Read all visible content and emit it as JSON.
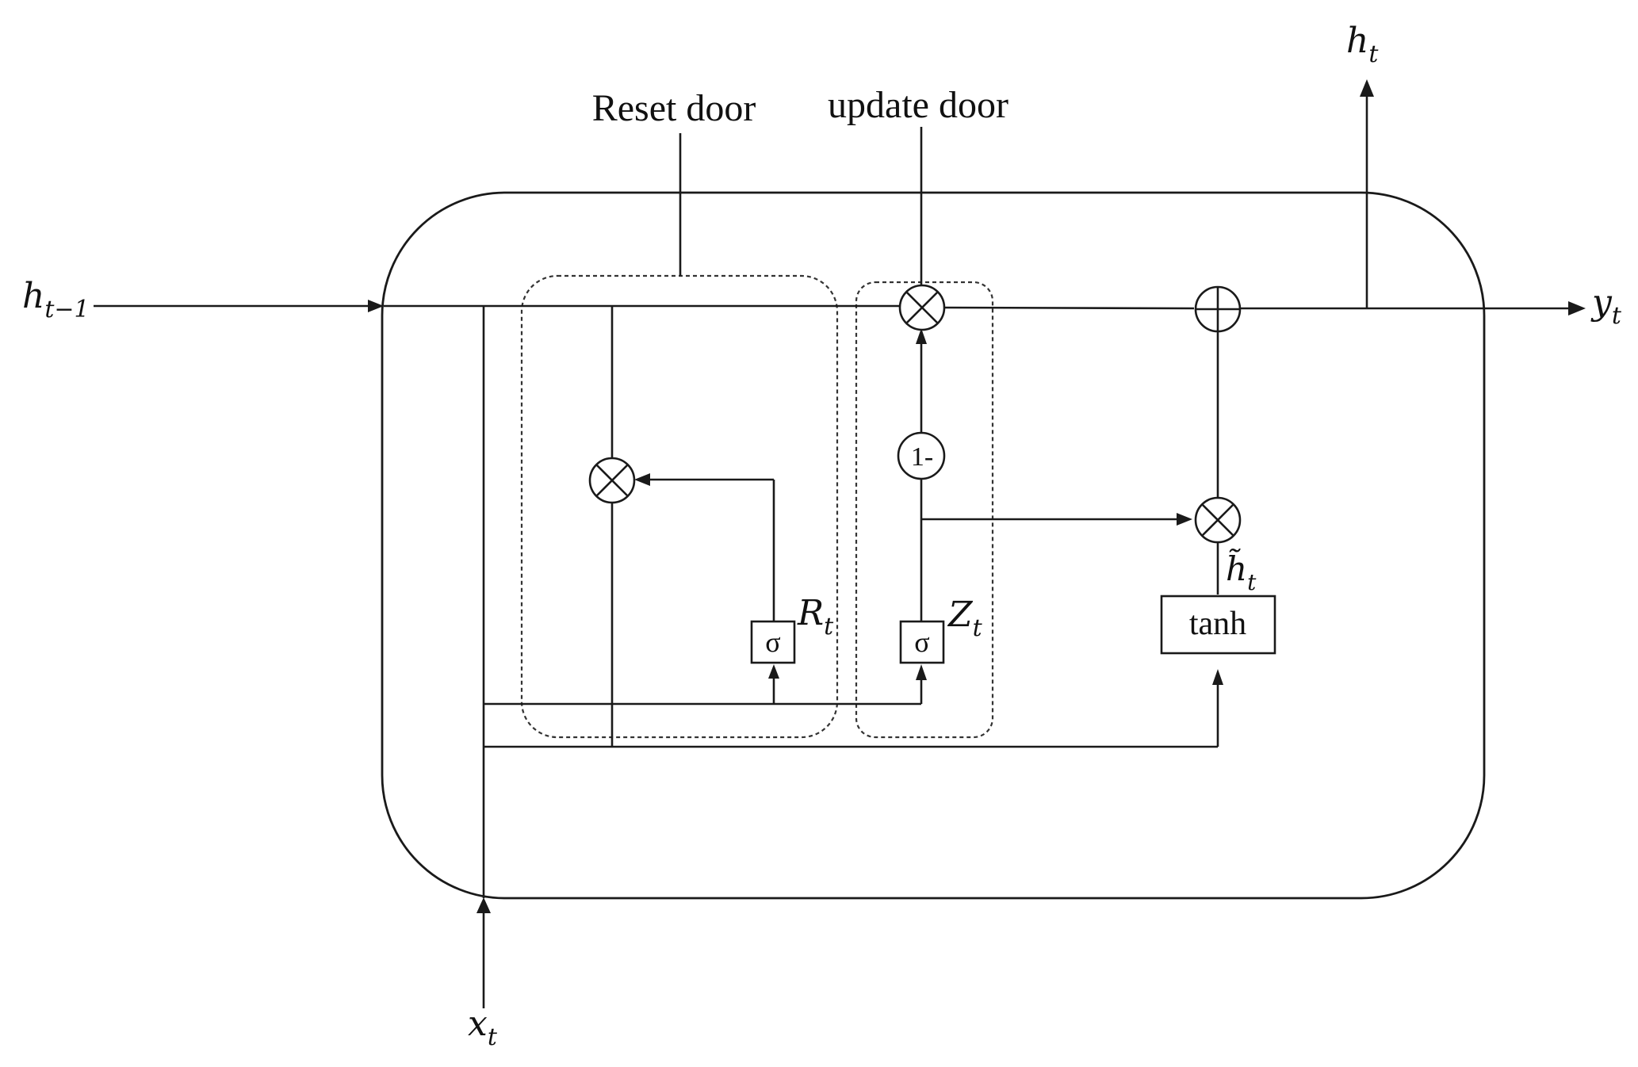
{
  "labels": {
    "reset_gate": "Reset door",
    "update_gate": "update door",
    "sigma": "σ",
    "one_minus": "1-",
    "tanh": "tanh"
  },
  "variables": {
    "prev_state": {
      "base": "h",
      "sub": "t−1"
    },
    "input": {
      "base": "x",
      "sub": "t"
    },
    "output_y": {
      "base": "y",
      "sub": "t"
    },
    "output_h": {
      "base": "h",
      "sub": "t"
    },
    "reset": {
      "base": "R",
      "sub": "t"
    },
    "update": {
      "base": "Z",
      "sub": "t"
    },
    "candidate": {
      "base": "h̃",
      "sub": "t"
    }
  }
}
